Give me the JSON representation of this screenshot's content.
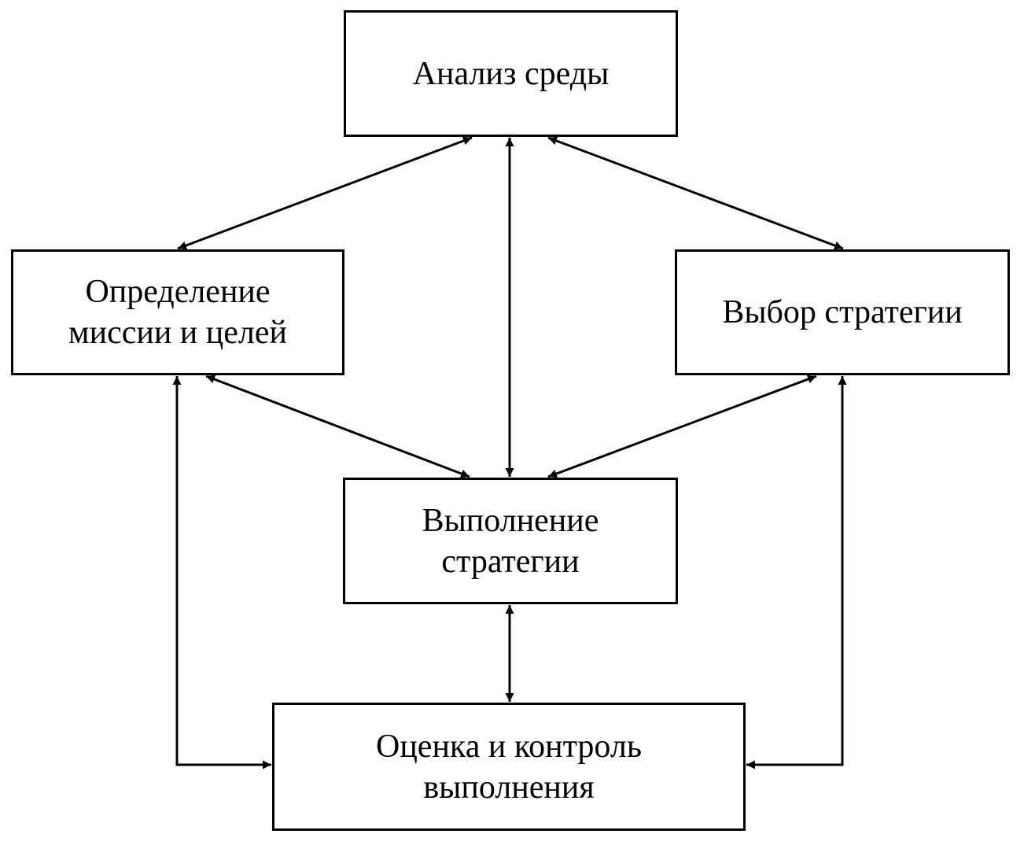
{
  "boxes": {
    "analysis": {
      "lines": [
        "Анализ среды"
      ]
    },
    "mission": {
      "lines": [
        "Определение",
        "миссии и целей"
      ]
    },
    "choice": {
      "lines": [
        "Выбор стратегии"
      ]
    },
    "execution": {
      "lines": [
        "Выполнение",
        "стратегии"
      ]
    },
    "evaluation": {
      "lines": [
        "Оценка и контроль",
        "выполнения"
      ]
    }
  },
  "connections": [
    {
      "from": "analysis",
      "to": "mission",
      "type": "bidirectional"
    },
    {
      "from": "analysis",
      "to": "choice",
      "type": "bidirectional"
    },
    {
      "from": "analysis",
      "to": "execution",
      "type": "bidirectional"
    },
    {
      "from": "mission",
      "to": "execution",
      "type": "bidirectional"
    },
    {
      "from": "choice",
      "to": "execution",
      "type": "bidirectional"
    },
    {
      "from": "execution",
      "to": "evaluation",
      "type": "bidirectional"
    },
    {
      "from": "mission",
      "to": "evaluation",
      "type": "bidirectional"
    },
    {
      "from": "choice",
      "to": "evaluation",
      "type": "bidirectional"
    }
  ]
}
